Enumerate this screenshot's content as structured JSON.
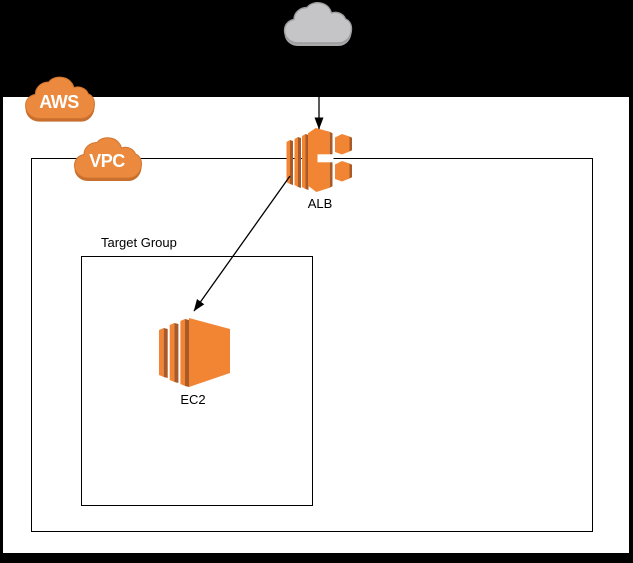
{
  "diagram": {
    "kind": "aws-architecture",
    "containers": [
      {
        "id": "aws",
        "label": "AWS"
      },
      {
        "id": "vpc",
        "label": "VPC"
      },
      {
        "id": "target_group",
        "label": "Target Group"
      }
    ],
    "nodes": [
      {
        "id": "internet",
        "icon": "internet-cloud-icon",
        "label": ""
      },
      {
        "id": "alb",
        "icon": "load-balancer-icon",
        "label": "ALB"
      },
      {
        "id": "ec2",
        "icon": "ec2-instance-icon",
        "label": "EC2"
      }
    ],
    "edges": [
      {
        "from": "internet",
        "to": "alb",
        "style": "arrow"
      },
      {
        "from": "alb",
        "to": "ec2",
        "style": "arrow"
      }
    ],
    "colors": {
      "page_background": "#000000",
      "canvas_background": "#ffffff",
      "box_border": "#000000",
      "icon_orange_bright": "#F28534",
      "icon_orange_dark": "#A85A28",
      "cloud_badge_orange": "#EB8A3E",
      "cloud_badge_shadow": "#C76F2E",
      "internet_cloud_gray": "#C5C5C7",
      "internet_cloud_shadow": "#A9A9AB",
      "internet_cloud_border": "#9C9C9E",
      "label_text": "#000000",
      "badge_text": "#ffffff"
    }
  }
}
